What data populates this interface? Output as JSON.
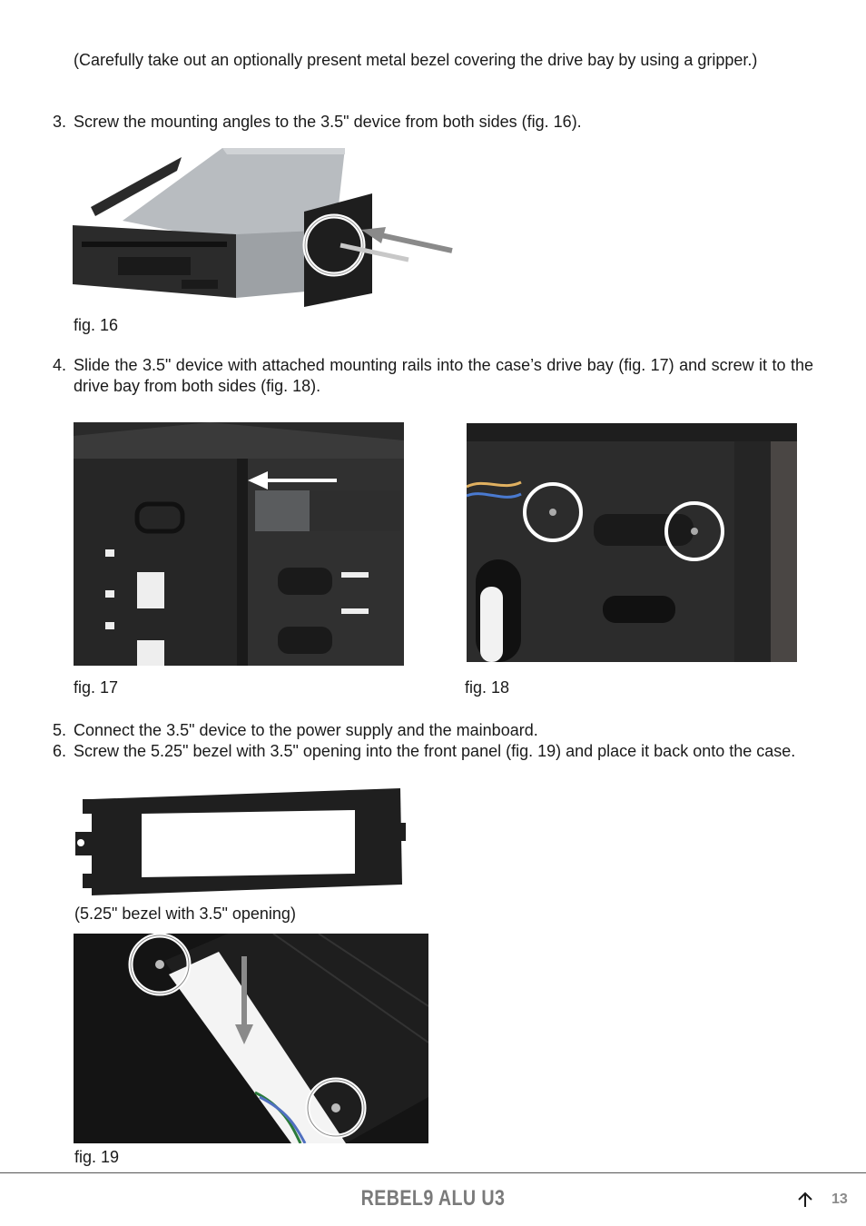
{
  "intro": {
    "text": "(Carefully take out an optionally present metal bezel covering the drive bay by using a gripper.)"
  },
  "steps": [
    {
      "number": "3.",
      "text": "Screw the mounting angles to the 3.5\" device from both sides (fig. 16)."
    },
    {
      "number": "4.",
      "text": "Slide the 3.5\" device with attached mounting rails into the case’s drive bay (fig. 17) and screw it to the drive bay from both sides (fig. 18)."
    },
    {
      "number": "5.",
      "text": "Connect the 3.5\" device to the power supply and the mainboard."
    },
    {
      "number": "6.",
      "text": "Screw the 5.25\" bezel with 3.5\" opening into the front panel (fig. 19) and place it back onto the case."
    }
  ],
  "captions": {
    "fig16": "fig. 16",
    "fig17": "fig. 17",
    "fig18": "fig. 18",
    "bezel": "(5.25\" bezel with 3.5\" opening)",
    "fig19": "fig. 19"
  },
  "footer": {
    "title": "REBEL9 ALU U3",
    "page": "13",
    "arrow_icon": "arrow-up-icon"
  },
  "colors": {
    "text": "#1a1a1a",
    "footer_gray": "#7a7a7a",
    "highlight_circle": "#ffffff",
    "arrow_gray": "#8a8a8a"
  }
}
